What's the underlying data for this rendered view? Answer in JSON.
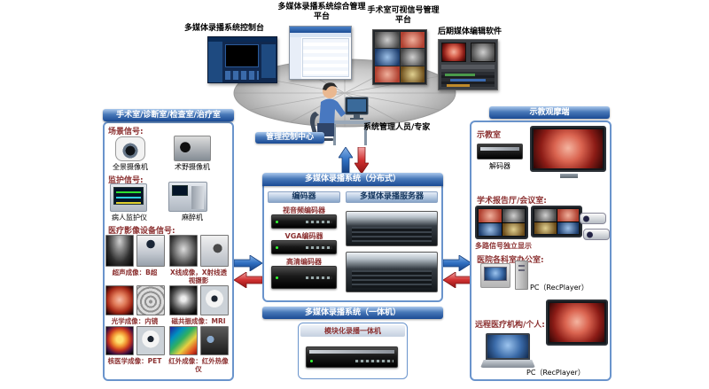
{
  "colors": {
    "header_blue": "#1a4a94",
    "section_maroon": "#8b3030",
    "arrow_blue": "#2f6fc1",
    "arrow_red": "#c82424",
    "panel_border": "#6a94cc"
  },
  "top_apps": {
    "console_label": "多媒体录播系统控制台",
    "integrated_mgmt_label": "多媒体录播系统综合管理平台",
    "or_visual_label": "手术室可视信号管理平台",
    "post_edit_label": "后期媒体编辑软件"
  },
  "control_center": {
    "banner": "管理控制中心",
    "operator_label": "系统管理人员/专家"
  },
  "left_panel": {
    "title": "手术室/诊断室/检查室/治疗室",
    "scene_section": {
      "title": "场景信号:",
      "items": [
        {
          "label": "全景摄像机"
        },
        {
          "label": "术野摄像机"
        }
      ]
    },
    "monitoring_section": {
      "title": "监护信号:",
      "items": [
        {
          "label": "病人监护仪"
        },
        {
          "label": "麻醉机"
        }
      ]
    },
    "imaging_section": {
      "title": "医疗影像设备信号:",
      "items": [
        {
          "label": "超声成像：B超"
        },
        {
          "label": "X线成像，X射线透视摄影"
        },
        {
          "label": "光学成像：内镜"
        },
        {
          "label": "磁共振成像：MRI"
        },
        {
          "label": "核医学成像：PET"
        },
        {
          "label": "红外成像：红外热像仪"
        }
      ]
    }
  },
  "center_panel": {
    "distributed_title": "多媒体录播系统（分布式）",
    "encoder_column_title": "编码器",
    "server_column_title": "多媒体录播服务器",
    "encoders": [
      {
        "label": "视音频编码器"
      },
      {
        "label": "VGA编码器"
      },
      {
        "label": "高清编码器"
      }
    ],
    "allinone_title": "多媒体录播系统（一体机）",
    "allinone_device_label": "模块化录播一体机"
  },
  "right_panel": {
    "title": "示教观摩端",
    "teaching_room": {
      "title": "示教室",
      "decoder_label": "解码器"
    },
    "lecture_hall": {
      "title": "学术报告厅/会议室:",
      "note": "多路信号独立显示"
    },
    "office": {
      "title": "医院各科室办公室:",
      "pc_label": "PC（RecPlayer）"
    },
    "remote": {
      "title": "远程医疗机构/个人:",
      "pc_label": "PC（RecPlayer）"
    }
  }
}
